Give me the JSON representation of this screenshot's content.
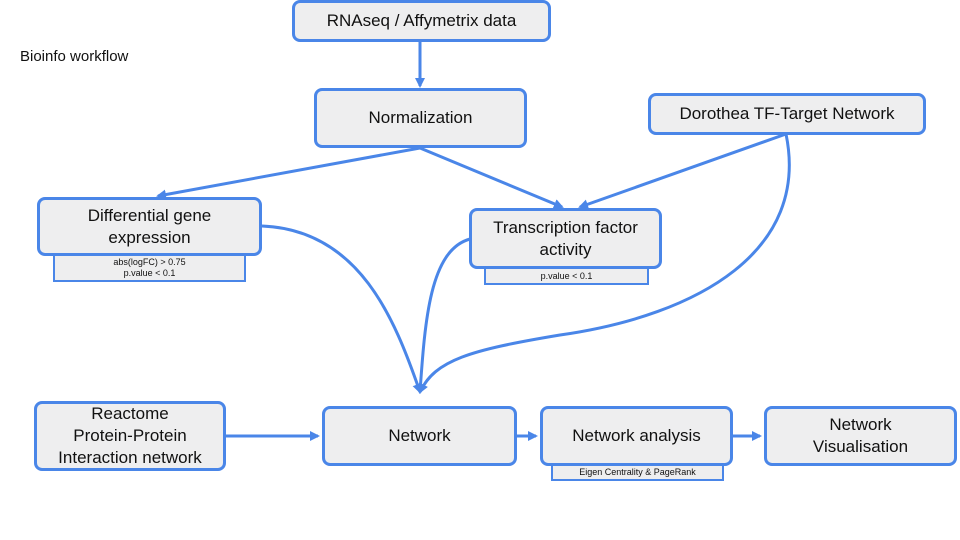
{
  "diagram": {
    "title": "Bioinfo workflow",
    "nodes": {
      "rnaseq": "RNAseq / Affymetrix data",
      "normalization": "Normalization",
      "dorothea": "Dorothea TF-Target Network",
      "deg": [
        "Differential gene",
        "expression"
      ],
      "tf": [
        "Transcription factor",
        "activity"
      ],
      "reactome": [
        "Reactome",
        "Protein-Protein",
        "Interaction network"
      ],
      "network": "Network",
      "network_analysis": "Network analysis",
      "network_vis": [
        "Network",
        "Visualisation"
      ]
    },
    "notes": {
      "deg": [
        "abs(logFC) > 0.75",
        "p.value < 0.1"
      ],
      "tf": [
        "p.value < 0.1"
      ],
      "network_analysis": [
        "Eigen Centrality & PageRank"
      ]
    },
    "colors": {
      "edge": "#4a86e8",
      "node_fill": "#eeeeef",
      "node_border": "#4a86e8"
    }
  }
}
